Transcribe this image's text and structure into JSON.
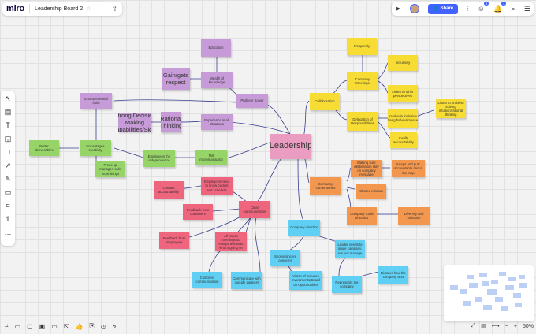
{
  "header": {
    "logo": "miro",
    "board_name": "Leadership Board 2",
    "share_label": "Share",
    "notif_count_1": "8",
    "notif_count_2": "4"
  },
  "zoom": {
    "level": "50%"
  },
  "notes": {
    "leadership": "Leadership",
    "education": "Education",
    "gain_respect": "Gain/gets respect",
    "wealth_knowledge": "Wealth of knowledge",
    "entrepreneurial": "Entrepreneurial spirit",
    "problem_solver": "Problem Solver",
    "strong_decision": "Strong Decision Making Capabilities/Skills",
    "rational_thinking": "Rational Thinking",
    "experience_all": "Experience in all situations",
    "better_deliverables": "Better deliverables",
    "encourages_creativity": "Encourages creativity",
    "frees_manager": "Frees up manager to do more things",
    "employees_independence": "Employees the independence",
    "not_micromanaging": "Not micromanaging",
    "collaboration": "Collaboration",
    "frequently": "Frequently",
    "company_meetings": "Company Meetings",
    "inclusivity": "Inclusivity",
    "listen_perspectives": "Listen to other perspectives",
    "delegation": "Delegation of Responsibilities",
    "inclusive_strengths": "Involve in inclusive strengths/weaknesses",
    "listen_problem": "Listen to problem solving intuition/rational thinking",
    "accountability": "Instills accountability",
    "company_cornerstones": "Company cornerstones",
    "making_deliberation": "Making sure deliberation stay on company message",
    "keeps_accountable": "Keeps and puts accountable and in the loop",
    "shared_mission": "Shared mission",
    "code_ethics": "Company Code of Ethics",
    "diversity": "Diversity and inclusion",
    "employees_budget": "Employees need to know budget and schedule",
    "creates_accountability": "Creates accountability",
    "clear_communication": "Clear communication",
    "feedback_from_customers": "Feedback from customers",
    "feedback_from_employees": "Feedback from employees",
    "all_hands": "All hands meetings so everyone knows what's going on",
    "company_direction": "Company direction",
    "leader_guide": "Leader needs to guide company, not just manage",
    "vision_includes": "Vision of includes investments/Board on Opportunities",
    "shows_sincere": "Shows sincere concerns",
    "customer_communication": "Customer communication",
    "communicates_outside": "Communicate with outside partners",
    "represents_company": "Represents the company",
    "dictates_ceo": "Dictates how the company acts"
  }
}
